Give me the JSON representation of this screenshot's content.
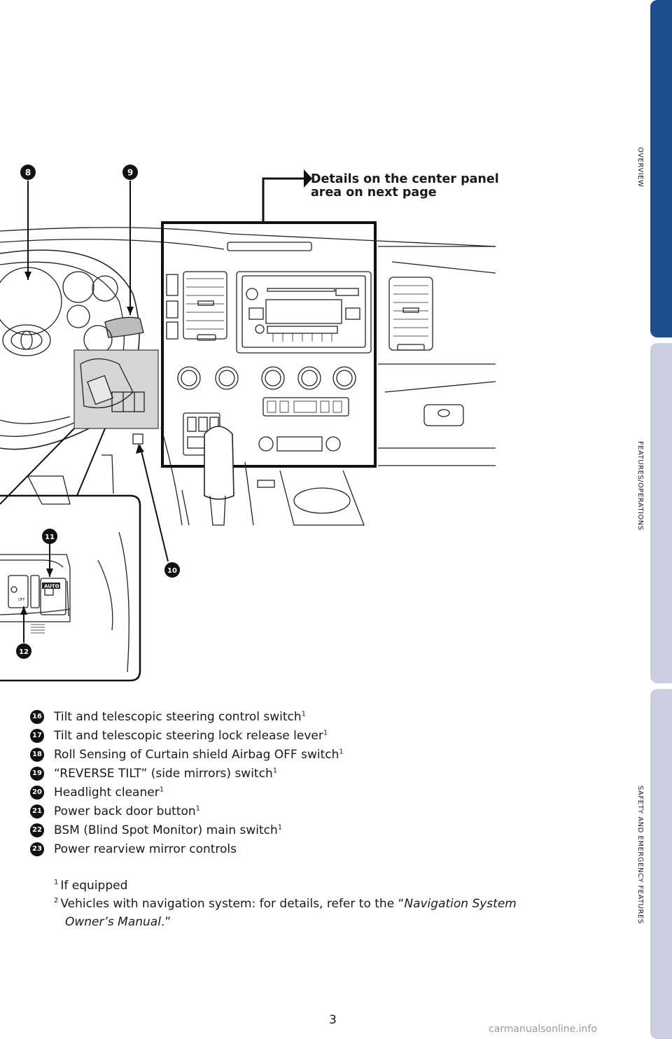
{
  "side_tabs": [
    "OVERVIEW",
    "FEATURES/OPERATIONS",
    "SAFETY AND EMERGENCY FEATURES"
  ],
  "figure": {
    "callout": [
      "Details on the center panel",
      "area on next page"
    ],
    "markers": [
      "8",
      "9",
      "10",
      "11",
      "12"
    ],
    "switch_labels": {
      "off": "OFF",
      "auto": "AUTO"
    }
  },
  "items": [
    {
      "num": "16",
      "text": "Tilt and telescopic steering control switch",
      "sup": "1"
    },
    {
      "num": "17",
      "text": "Tilt and telescopic steering lock release lever",
      "sup": "1"
    },
    {
      "num": "18",
      "text": "Roll Sensing of Curtain shield Airbag OFF switch",
      "sup": "1"
    },
    {
      "num": "19",
      "text": "“REVERSE TILT” (side mirrors) switch",
      "sup": "1"
    },
    {
      "num": "20",
      "text": "Headlight cleaner",
      "sup": "1"
    },
    {
      "num": "21",
      "text": "Power back door button",
      "sup": "1"
    },
    {
      "num": "22",
      "text": "BSM (Blind Spot Monitor) main switch",
      "sup": "1"
    },
    {
      "num": "23",
      "text": "Power rearview mirror controls",
      "sup": ""
    }
  ],
  "footnotes": {
    "n1_mark": "1",
    "n1_text": "If equipped",
    "n2_mark": "2",
    "n2_text_a": "Vehicles with navigation system: for details, refer to the “",
    "n2_italic_a": "Navigation System",
    "n2_italic_b": "Owner’s Manual",
    "n2_text_b": ".”"
  },
  "page_number": "3",
  "watermark": "carmanualsonline.info"
}
